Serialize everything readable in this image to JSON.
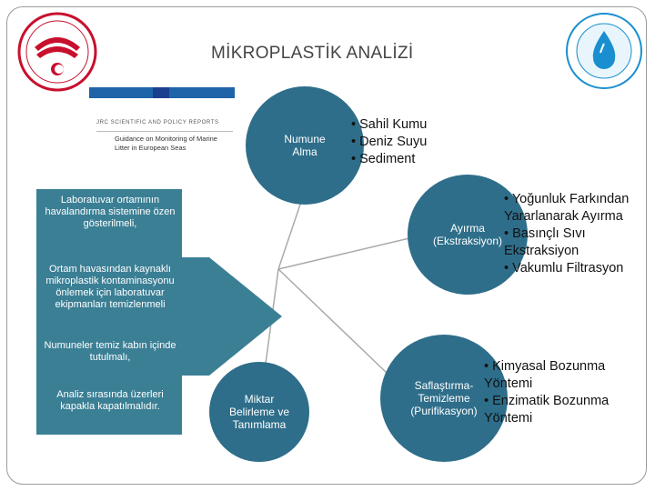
{
  "title": "MİKROPLASTİK ANALİZİ",
  "report": {
    "subtitle": "JRC SCIENTIFIC AND POLICY REPORTS",
    "guidance": "Guidance on Monitoring of Marine Litter in European Seas"
  },
  "circles": {
    "numune": "Numune\nAlma",
    "ayirma": "Ayırma\n(Ekstraksiyon)",
    "saflas": "Saflaştırma-\nTemizleme\n(Purifikasyon)",
    "miktar": "Miktar\nBelirleme ve\nTanımlama"
  },
  "bullets": {
    "numune": [
      "• Sahil Kumu",
      "• Deniz Suyu",
      "• Sediment"
    ],
    "ayirma": [
      "• Yoğunluk Farkından\n   Yararlanarak Ayırma",
      "• Basınçlı Sıvı\n   Ekstraksiyon",
      "• Vakumlu Filtrasyon"
    ],
    "saflas": [
      "• Kimyasal Bozunma\n   Yöntemi",
      "• Enzimatik Bozunma\n   Yöntemi"
    ]
  },
  "notes": [
    "Laboratuvar ortamının havalandırma sistemine özen gösterilmeli,",
    "Ortam havasından kaynaklı mikroplastik kontaminasyonu önlemek için laboratuvar ekipmanları temizlenmeli",
    "Numuneler temiz kabın içinde tutulmalı,",
    "Analiz sırasında üzerleri kapakla kapatılmalıdır."
  ],
  "colors": {
    "circle": "#2e6e8a",
    "arrow": "#3b7f95",
    "logo_red": "#c8102e",
    "logo_blue": "#1a8fd0"
  },
  "icons": {
    "left_logo": "ministry-emblem-icon",
    "right_logo": "water-drop-emblem-icon"
  }
}
